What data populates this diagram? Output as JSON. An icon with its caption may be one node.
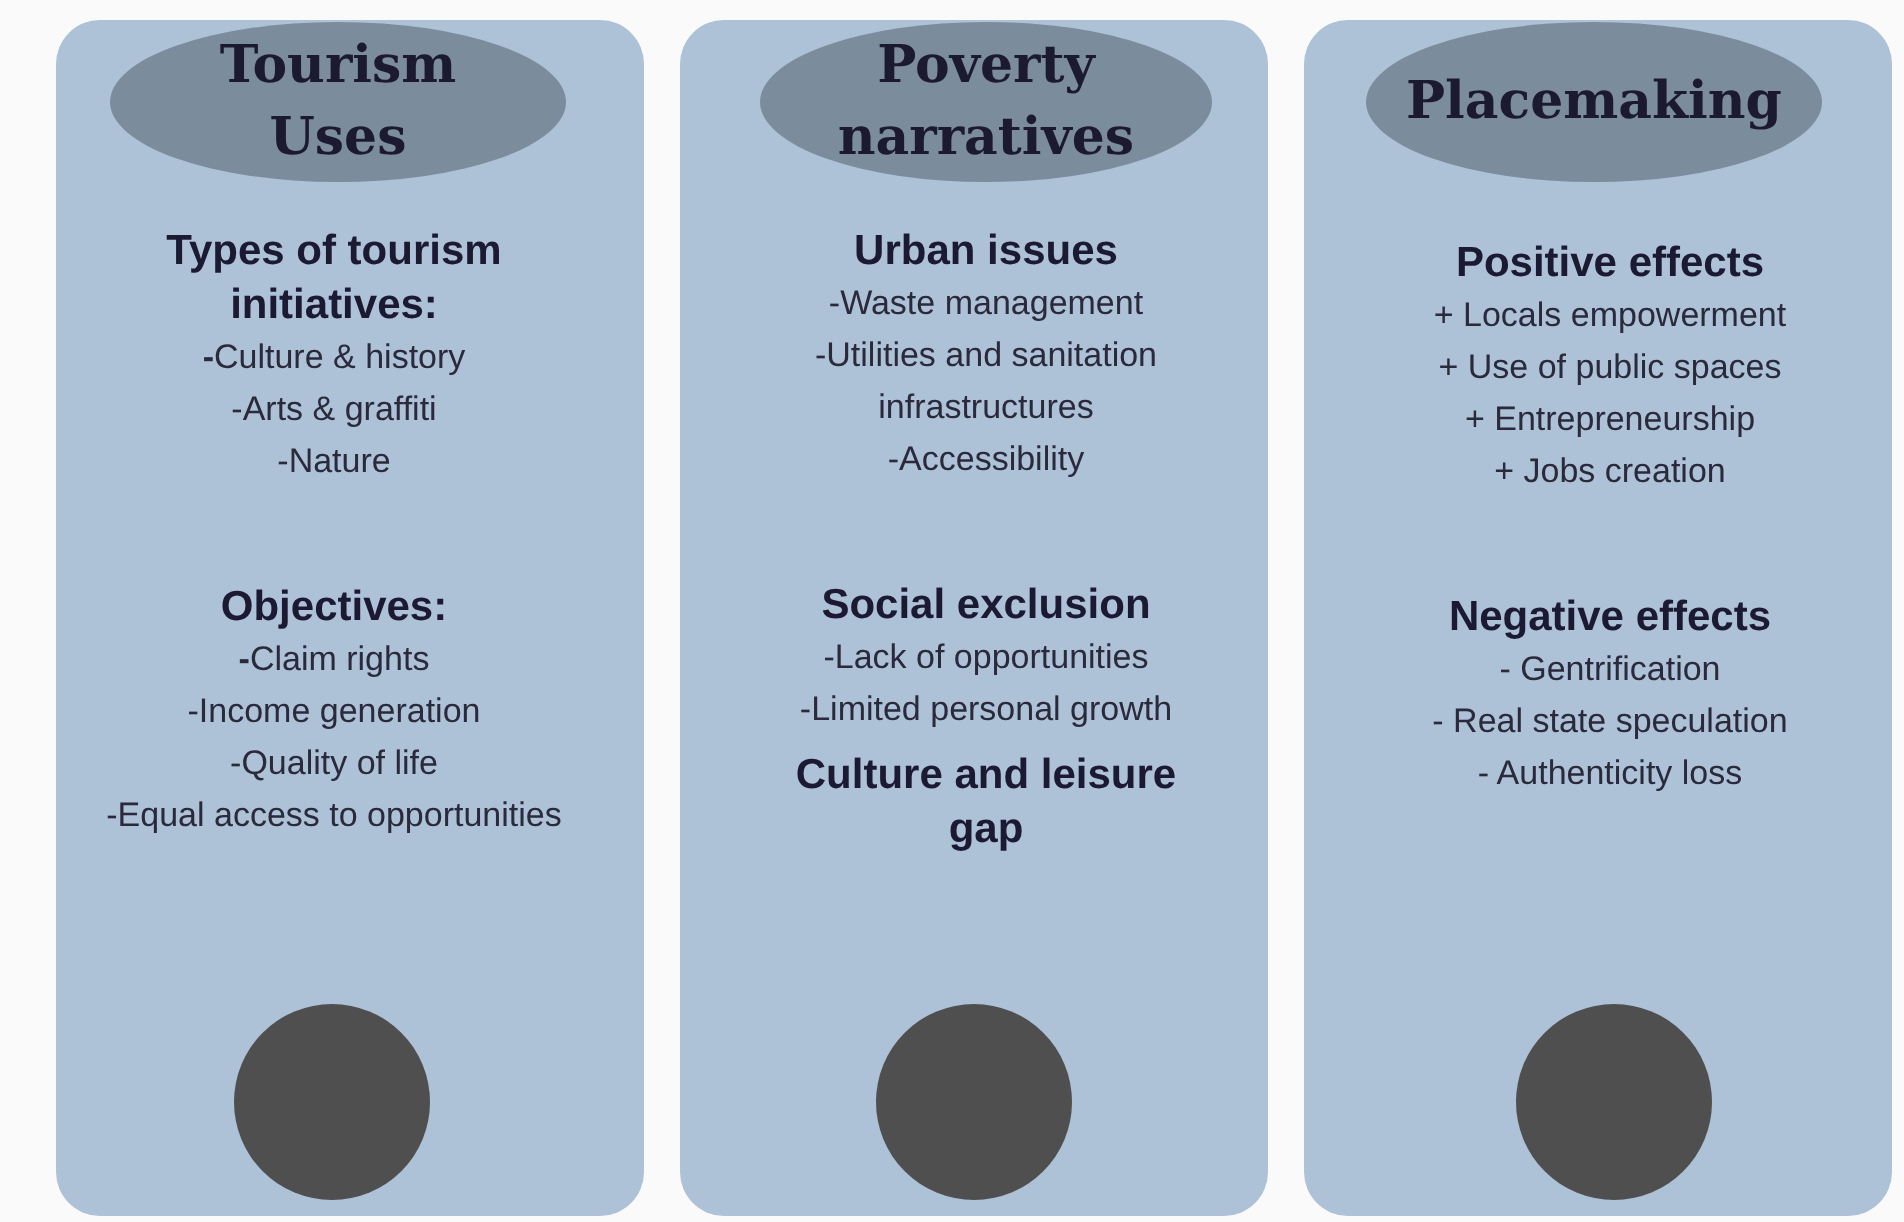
{
  "diagram": {
    "nodes": [
      {
        "text": [
          "Types of tourism initiatives:",
          "**-**Culture & history",
          "-Arts & graffiti",
          "-Nature",
          "Objectives:",
          "**-**Claim rights",
          "-Income generation",
          "-Quality of life",
          "-Equal access to opportunities"
        ]
      },
      {
        "text": [
          "Tourism Uses"
        ],
        "in": 0
      },
      {
        "text": [],
        "shape": "circle",
        "in": 0
      },
      {
        "text": [
          "Urban issues",
          "-Waste management",
          "-Utilities and sanitation infrastructures",
          "-Accessibility",
          "Social exclusion",
          "-Lack of opportunities",
          "-Limited personal growth",
          "Culture and leisure gap"
        ]
      },
      {
        "text": [
          "Poverty narratives"
        ],
        "in": 3
      },
      {
        "text": [],
        "shape": "circle",
        "in": 3
      },
      {
        "text": [
          "Positive effects",
          "+ Locals empowerment",
          "+ Use of public spaces",
          "+ Entrepreneurship",
          "+ Jobs creation",
          "Negative effects",
          "- Gentrification",
          "- Real state speculation",
          "- Authenticity loss"
        ]
      },
      {
        "text": [
          "Placemaking"
        ],
        "in": 6
      },
      {
        "text": [],
        "shape": "circle",
        "in": 6
      }
    ],
    "edges": []
  }
}
